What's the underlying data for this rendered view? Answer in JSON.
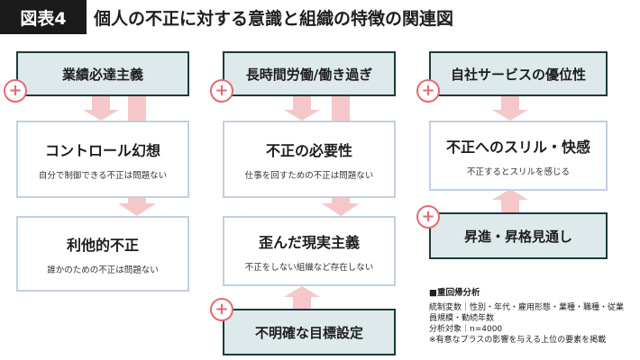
{
  "header": {
    "fig_label": "図表4",
    "title": "個人の不正に対する意識と組織の特徴の関連図"
  },
  "colors": {
    "arrow": "#f5c7c9",
    "plus": "#e46a74",
    "factor_fill": "#dde9ea",
    "factor_border": "#1d3b3d",
    "concept_border": "#c4cfdf"
  },
  "plus_sign": "+",
  "columns": [
    {
      "factor": "業績必達主義",
      "concepts": [
        {
          "title": "コントロール幻想",
          "subtitle": "自分で制御できる不正は問題ない"
        },
        {
          "title": "利他的不正",
          "subtitle": "誰かのための不正は問題ない"
        }
      ]
    },
    {
      "factor": "長時間労働/働き過ぎ",
      "concepts": [
        {
          "title": "不正の必要性",
          "subtitle": "仕事を回すための不正は問題ない"
        },
        {
          "title": "歪んだ現実主義",
          "subtitle": "不正をしない組織など存在しない"
        }
      ],
      "bottom_factor": "不明確な目標設定"
    },
    {
      "factor": "自社サービスの優位性",
      "concepts": [
        {
          "title": "不正へのスリル・快感",
          "subtitle": "不正するとスリルを感じる"
        }
      ],
      "bottom_factor": "昇進・昇格見通し"
    }
  ],
  "note": {
    "heading": "■重回帰分析",
    "lines": [
      "統制変数｜性別・年代・雇用形態・業種・職種・従業",
      "員規模・勤続年数",
      "分析対象｜n=4000",
      "※有意なプラスの影響を与える上位の要素を掲載"
    ]
  }
}
